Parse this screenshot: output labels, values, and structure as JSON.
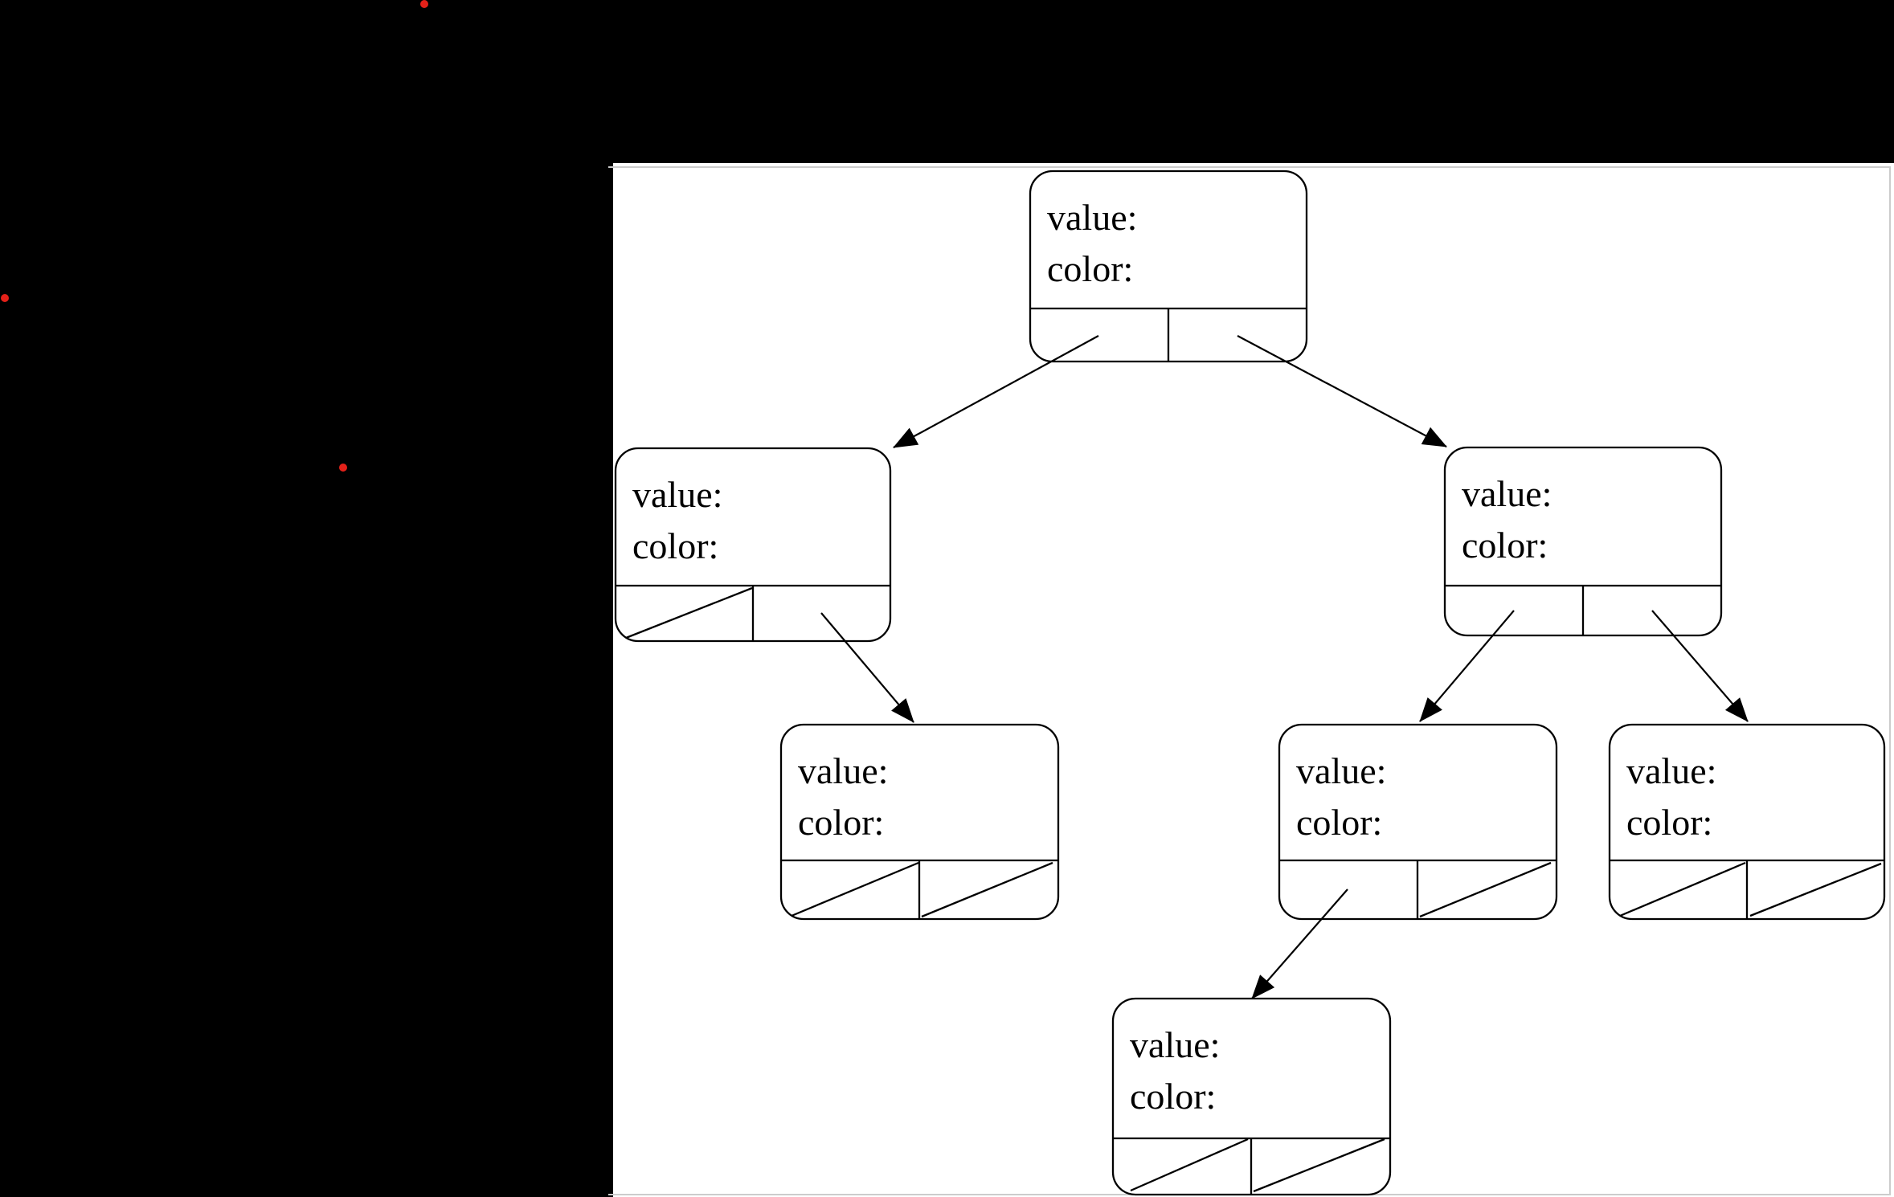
{
  "colors": {
    "background": "#000000",
    "canvas": "#ffffff",
    "frame_border": "#cccccc",
    "line": "#000000",
    "dot_red": "#e32119"
  },
  "diagram": {
    "type": "binary-tree-node-diagram",
    "node_count": 7,
    "nodes": [
      {
        "id": "root",
        "value_label": "value:",
        "color_label": "color:",
        "left_pointer": "child",
        "right_pointer": "child"
      },
      {
        "id": "left-child",
        "value_label": "value:",
        "color_label": "color:",
        "left_pointer": "null",
        "right_pointer": "child"
      },
      {
        "id": "right-child",
        "value_label": "value:",
        "color_label": "color:",
        "left_pointer": "child",
        "right_pointer": "child"
      },
      {
        "id": "left-right-grandchild",
        "value_label": "value:",
        "color_label": "color:",
        "left_pointer": "null",
        "right_pointer": "null"
      },
      {
        "id": "right-left-grandchild",
        "value_label": "value:",
        "color_label": "color:",
        "left_pointer": "child",
        "right_pointer": "null"
      },
      {
        "id": "right-right-grandchild",
        "value_label": "value:",
        "color_label": "color:",
        "left_pointer": "null",
        "right_pointer": "null"
      },
      {
        "id": "bottom-node",
        "value_label": "value:",
        "color_label": "color:",
        "left_pointer": "null",
        "right_pointer": "null"
      }
    ],
    "arrow_count": 6,
    "red_dot_count": 3
  }
}
